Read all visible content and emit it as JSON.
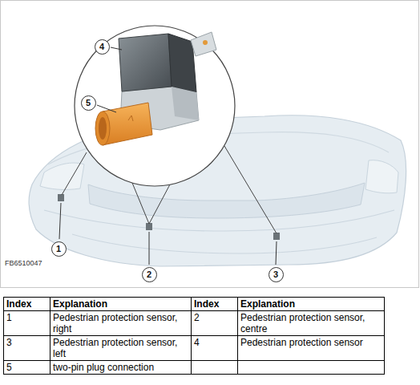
{
  "diagram": {
    "nodes": [
      {
        "text": [
          "4"
        ]
      },
      {
        "text": [
          "5"
        ]
      },
      {
        "text": [
          "1"
        ]
      },
      {
        "text": [
          "2"
        ]
      },
      {
        "text": [
          "3"
        ]
      }
    ],
    "labels": [
      "FB6510047",
      "Index",
      "Explanation",
      "Index",
      "Explanation",
      "1",
      "Pedestrian protection sensor, right",
      "2",
      "Pedestrian protection sensor, centre",
      "3",
      "Pedestrian protection sensor, left",
      "4",
      "Pedestrian protection sensor",
      "5",
      "two-pin plug connection"
    ]
  }
}
